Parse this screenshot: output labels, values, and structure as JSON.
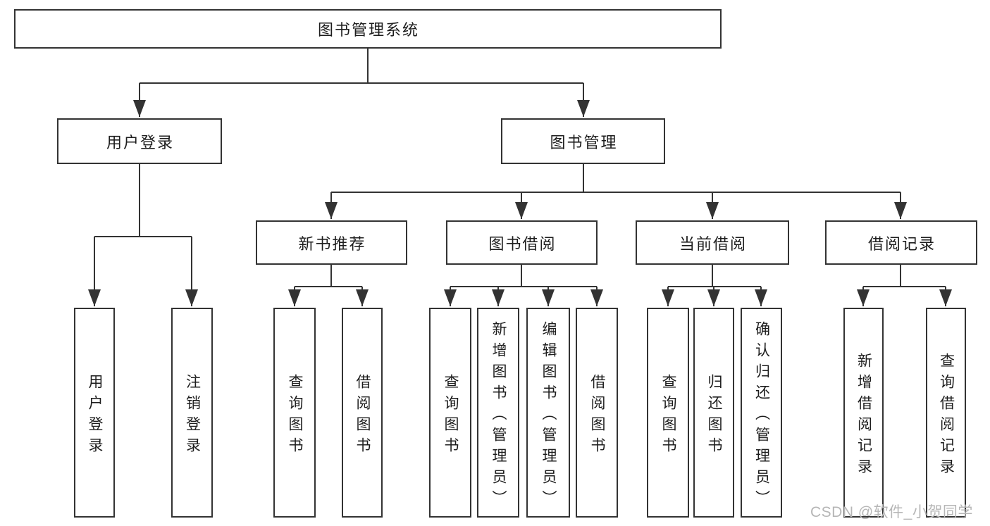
{
  "diagram": {
    "title": "图书管理系统",
    "root": "图书管理系统",
    "level2": {
      "user_login": "用户登录",
      "book_mgmt": "图书管理"
    },
    "level3": {
      "new_book_rec": "新书推荐",
      "book_borrow": "图书借阅",
      "current_borrow": "当前借阅",
      "borrow_record": "借阅记录"
    },
    "leaves": {
      "user_login": "用户登录",
      "logout": "注销登录",
      "rec_query_books": "查询图书",
      "rec_borrow_books": "借阅图书",
      "bb_query_books": "查询图书",
      "bb_add_books": "新增图书（管理员）",
      "bb_edit_books": "编辑图书（管理员）",
      "bb_borrow_books": "借阅图书",
      "cb_query_books": "查询图书",
      "cb_return_books": "归还图书",
      "cb_confirm_return": "确认归还（管理员）",
      "br_add_record": "新增借阅记录",
      "br_query_record": "查询借阅记录"
    },
    "hierarchy": [
      {
        "parent": "图书管理系统",
        "children": [
          "用户登录",
          "图书管理"
        ]
      },
      {
        "parent": "用户登录",
        "children": [
          "用户登录",
          "注销登录"
        ]
      },
      {
        "parent": "图书管理",
        "children": [
          "新书推荐",
          "图书借阅",
          "当前借阅",
          "借阅记录"
        ]
      },
      {
        "parent": "新书推荐",
        "children": [
          "查询图书",
          "借阅图书"
        ]
      },
      {
        "parent": "图书借阅",
        "children": [
          "查询图书",
          "新增图书（管理员）",
          "编辑图书（管理员）",
          "借阅图书"
        ]
      },
      {
        "parent": "当前借阅",
        "children": [
          "查询图书",
          "归还图书",
          "确认归还（管理员）"
        ]
      },
      {
        "parent": "借阅记录",
        "children": [
          "新增借阅记录",
          "查询借阅记录"
        ]
      }
    ]
  },
  "watermark": {
    "text": "CSDN @软件_小贺同学"
  },
  "colors": {
    "line": "#333333",
    "box_border": "#333333",
    "box_fill": "#ffffff",
    "text": "#1d1d1d",
    "watermark": "#b6b6b6",
    "background": "#ffffff"
  }
}
